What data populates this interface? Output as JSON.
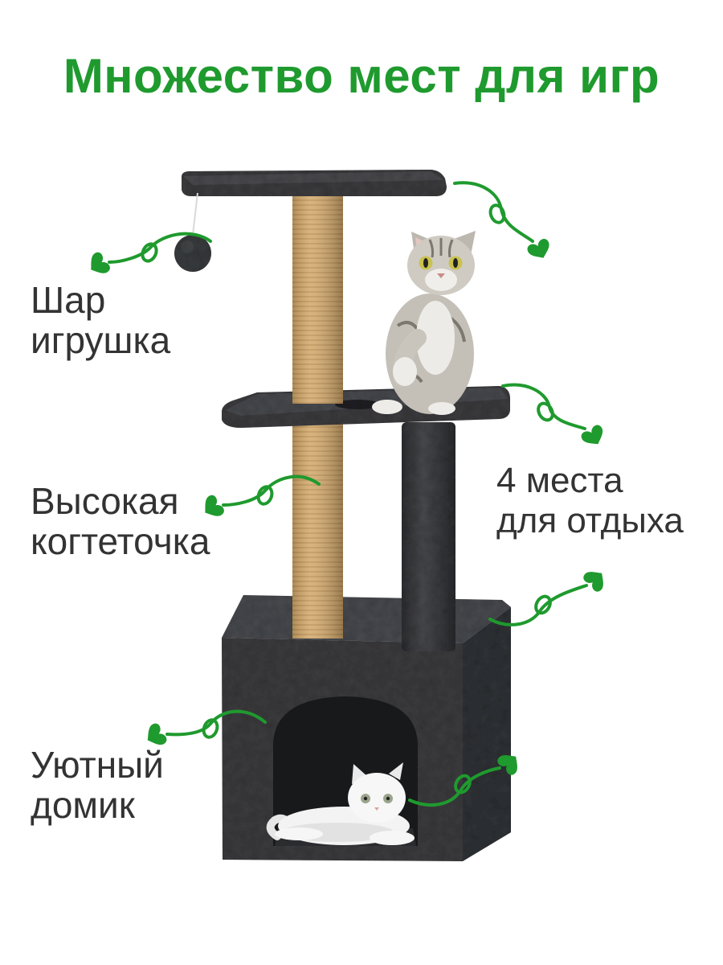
{
  "title": "Множество мест для игр",
  "callouts": {
    "ball": {
      "line1": "Шар",
      "line2": "игрушка"
    },
    "scratching_post": {
      "line1": "Высокая",
      "line2": "когтеточка"
    },
    "rest_places": {
      "line1": "4 места",
      "line2": "для отдыха"
    },
    "house": {
      "line1": "Уютный",
      "line2": "домик"
    }
  },
  "colors": {
    "accent": "#1f9a2e",
    "text": "#333333",
    "background": "#ffffff"
  },
  "icons": {
    "callout_pointer": "heart-icon",
    "toy": "toy-ball-icon"
  }
}
